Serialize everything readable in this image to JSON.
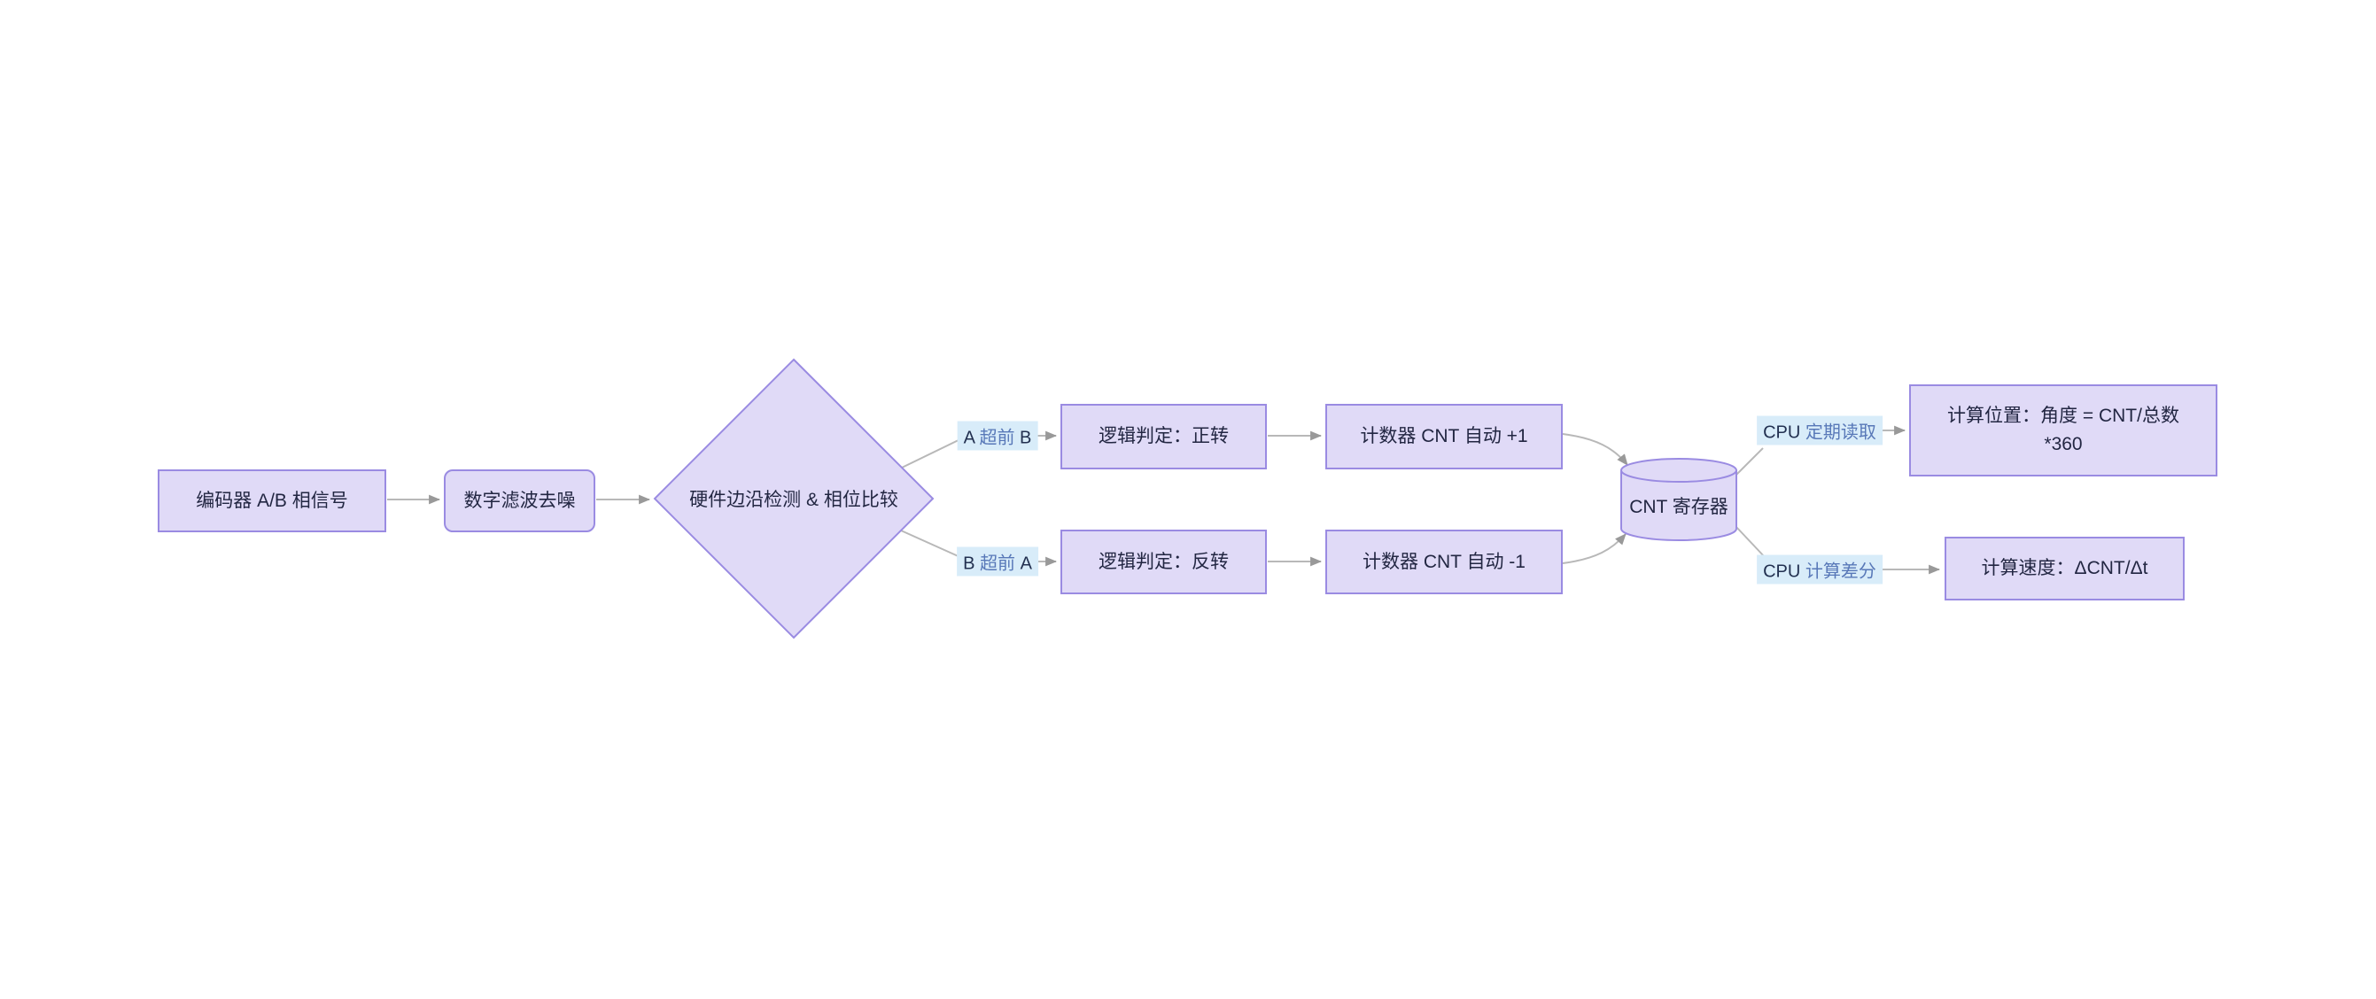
{
  "colors": {
    "background": "#FFFFFF",
    "node_fill": "#E0DAF7",
    "node_border": "#9A8BE2",
    "node_text": "#222642",
    "edge_label_bg": "#D8ECF9",
    "edge_label_latin_text": "#223050",
    "edge_label_cjk_text": "#5878B8",
    "connector_line": "#B8B8B8",
    "arrowhead": "#999999"
  },
  "nodes": {
    "encoder": {
      "label": "编码器 A/B 相信号",
      "shape": "rect"
    },
    "filter": {
      "label": "数字滤波去噪",
      "shape": "rounded-rect"
    },
    "decision": {
      "label": "硬件边沿检测 & 相位比较",
      "shape": "diamond"
    },
    "logic_forward": {
      "label": "逻辑判定：正转",
      "shape": "rect"
    },
    "counter_inc": {
      "label": "计数器 CNT 自动 +1",
      "shape": "rect"
    },
    "logic_reverse": {
      "label": "逻辑判定：反转",
      "shape": "rect"
    },
    "counter_dec": {
      "label": "计数器 CNT 自动 -1",
      "shape": "rect"
    },
    "cnt_register": {
      "label": "CNT 寄存器",
      "shape": "cylinder"
    },
    "calc_position": {
      "label_line1": "计算位置：角度 = CNT/总数",
      "label_line2": "*360",
      "shape": "rect"
    },
    "calc_speed": {
      "label": "计算速度：ΔCNT/Δt",
      "shape": "rect"
    }
  },
  "edge_labels": {
    "a_leads_b": {
      "latin_pre": "A",
      "cjk": "超前",
      "latin_post": "B"
    },
    "b_leads_a": {
      "latin_pre": "B",
      "cjk": "超前",
      "latin_post": "A"
    },
    "cpu_read": {
      "latin_pre": "CPU",
      "cjk": "定期读取",
      "latin_post": ""
    },
    "cpu_diff": {
      "latin_pre": "CPU",
      "cjk": "计算差分",
      "latin_post": ""
    }
  }
}
